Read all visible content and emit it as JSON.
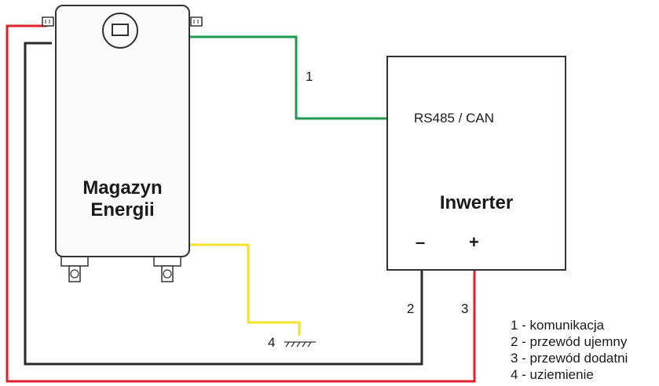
{
  "battery": {
    "label_line1": "Magazyn",
    "label_line2": "Energii"
  },
  "inverter": {
    "label": "Inwerter",
    "port": "RS485 / CAN",
    "minus": "–",
    "plus": "+"
  },
  "numbers": {
    "n1": "1",
    "n2": "2",
    "n3": "3",
    "n4": "4"
  },
  "legend": [
    "1 - komunikacja",
    "2 - przewód ujemny",
    "3 - przewód dodatni",
    "4 - uziemienie"
  ],
  "colors": {
    "communication": "#1e9a4a",
    "negative": "#2b2b2b",
    "positive": "#e0202a",
    "ground": "#f2e229"
  }
}
